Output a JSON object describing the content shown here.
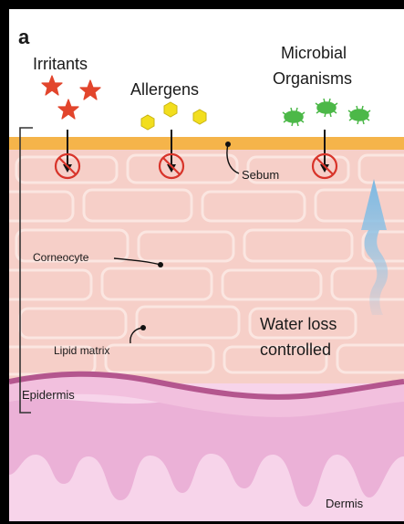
{
  "panel_letter": "a",
  "labels": {
    "irritants": "Irritants",
    "allergens": "Allergens",
    "microbial_line1": "Microbial",
    "microbial_line2": "Organisms",
    "sebum": "Sebum",
    "corneocyte": "Corneocyte",
    "lipid_matrix": "Lipid matrix",
    "water_loss_line1": "Water loss",
    "water_loss_line2": "controlled",
    "epidermis": "Epidermis",
    "dermis": "Dermis"
  },
  "icons": {
    "irritant": "red-star-icon",
    "allergen": "yellow-hexagon-icon",
    "microbe": "green-microbe-icon",
    "blocked": "blocked-circle-icon",
    "water": "blue-upward-wavy-arrow-icon"
  },
  "colors": {
    "sebum_layer": "#F5B44A",
    "stratum_corneum": "#F6CFC8",
    "cell_border": "#FBE6E1",
    "basement_line": "#B4568E",
    "dermis": "#EBB1D7",
    "irritant": "#E2452C",
    "allergen": "#F2DE1E",
    "microbe": "#4CB848",
    "blocked": "#D8342A",
    "water_arrow": "#8FC4E6"
  }
}
